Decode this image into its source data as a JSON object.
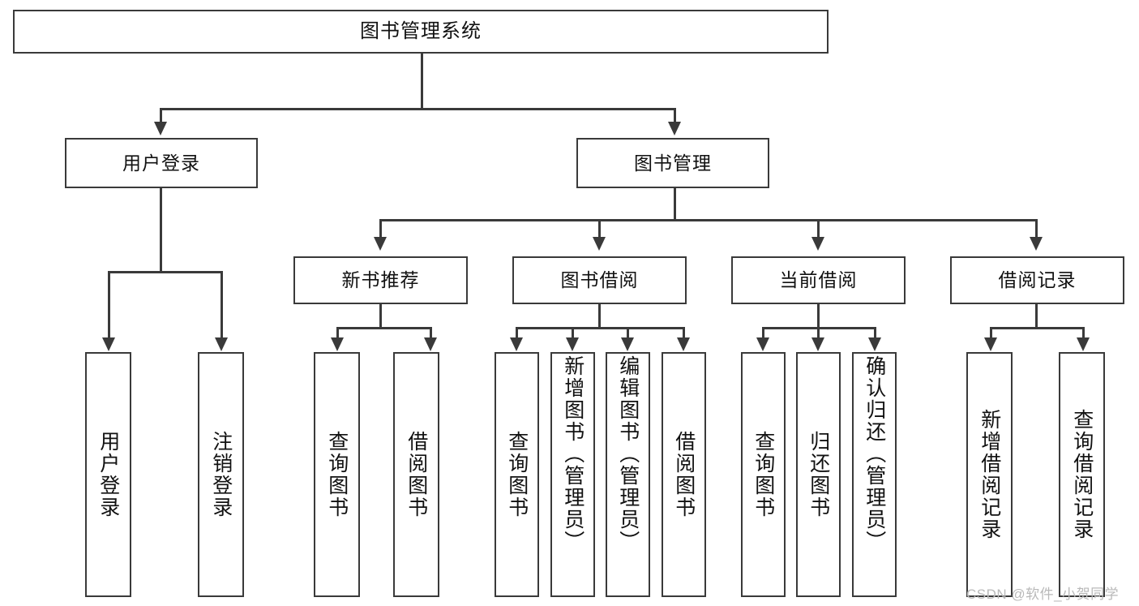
{
  "diagram": {
    "title": "图书管理系统",
    "type": "tree",
    "watermark": "CSDN @软件_小贺同学",
    "levels": {
      "root": "图书管理系统",
      "level1": [
        "用户登录",
        "图书管理"
      ],
      "level2": [
        "新书推荐",
        "图书借阅",
        "当前借阅",
        "借阅记录"
      ]
    },
    "nodes": {
      "root": {
        "label": "图书管理系统"
      },
      "user_login": {
        "label": "用户登录"
      },
      "book_manage": {
        "label": "图书管理"
      },
      "new_book_rec": {
        "label": "新书推荐"
      },
      "book_borrow": {
        "label": "图书借阅"
      },
      "current_borrow": {
        "label": "当前借阅"
      },
      "borrow_record": {
        "label": "借阅记录"
      },
      "leaf_user_login": {
        "label": "用户登录"
      },
      "leaf_logout": {
        "label": "注销登录"
      },
      "leaf_query_book_1": {
        "label": "查询图书"
      },
      "leaf_borrow_book_1": {
        "label": "借阅图书"
      },
      "leaf_query_book_2": {
        "label": "查询图书"
      },
      "leaf_add_book": {
        "label": "新增图书（管理员）"
      },
      "leaf_edit_book": {
        "label": "编辑图书（管理员）"
      },
      "leaf_borrow_book_2": {
        "label": "借阅图书"
      },
      "leaf_query_book_3": {
        "label": "查询图书"
      },
      "leaf_return_book": {
        "label": "归还图书"
      },
      "leaf_confirm_return": {
        "label": "确认归还（管理员）"
      },
      "leaf_add_record": {
        "label": "新增借阅记录"
      },
      "leaf_query_record": {
        "label": "查询借阅记录"
      }
    },
    "colors": {
      "stroke": "#3a3a3a",
      "fill": "#ffffff",
      "text": "#111111",
      "watermark": "#b9b9b9"
    }
  }
}
